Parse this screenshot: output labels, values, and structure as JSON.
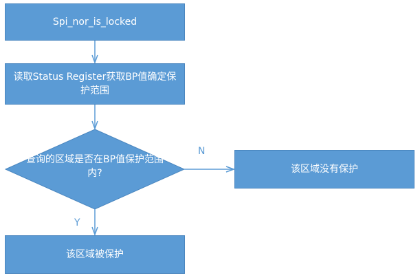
{
  "flowchart": {
    "start_label": "Spi_nor_is_locked",
    "read_step_label": "读取Status Register获取BP值确定保护范围",
    "decision_label_line1": "查询的区域是否在BP值保护范围",
    "decision_label_line2": "内?",
    "no_branch_label": "N",
    "yes_branch_label": "Y",
    "not_protected_label": "该区域没有保护",
    "protected_label": "该区域被保护"
  },
  "colors": {
    "box_fill": "#5b9bd5",
    "arrow": "#5b9bd5",
    "text": "#ffffff"
  }
}
